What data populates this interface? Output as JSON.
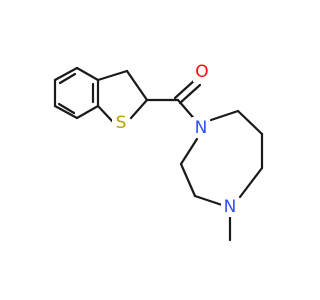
{
  "molecule": {
    "atoms": [
      {
        "id": "s1",
        "symbol": "S",
        "color": "#b8a100"
      },
      {
        "id": "o1",
        "symbol": "O",
        "color": "#ff0d0d"
      },
      {
        "id": "n1",
        "symbol": "N",
        "color": "#3050f8"
      },
      {
        "id": "n2",
        "symbol": "N",
        "color": "#3050f8"
      }
    ],
    "bond_color": "#1a1a1a"
  }
}
